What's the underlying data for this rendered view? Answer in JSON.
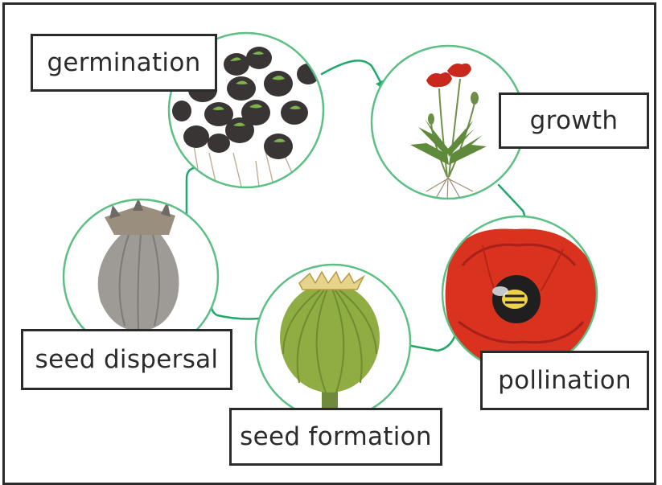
{
  "stages": {
    "germination": "germination",
    "growth": "growth",
    "pollination": "pollination",
    "seed_formation": "seed formation",
    "seed_dispersal": "seed dispersal"
  },
  "icons": [
    "seeds-icon",
    "poppy-plant-icon",
    "poppy-flower-with-bee-icon",
    "green-seed-pod-icon",
    "dried-seed-pod-icon"
  ],
  "colors": {
    "circle_border": "#5cbf84",
    "arrow": "#21a86a",
    "label_border": "#2b2b2b",
    "poppy_red": "#d9321f",
    "pod_green": "#8fad43"
  }
}
